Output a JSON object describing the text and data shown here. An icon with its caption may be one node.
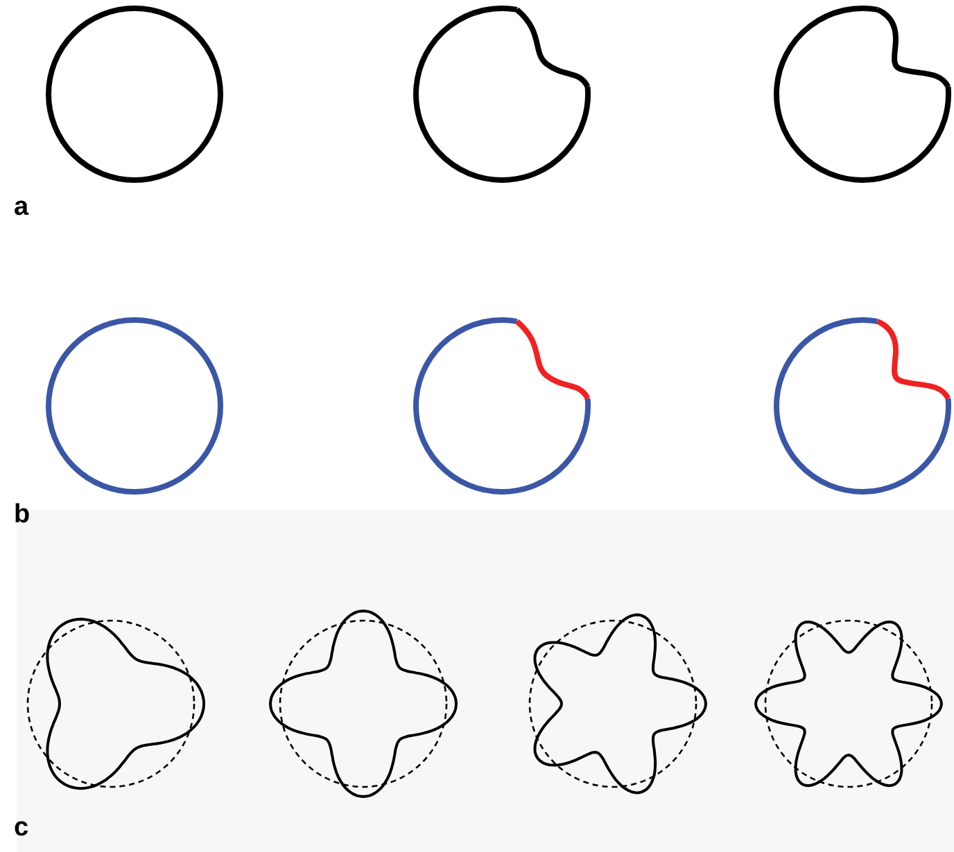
{
  "diagram": {
    "labels": [
      "a",
      "b",
      "c"
    ]
  }
}
